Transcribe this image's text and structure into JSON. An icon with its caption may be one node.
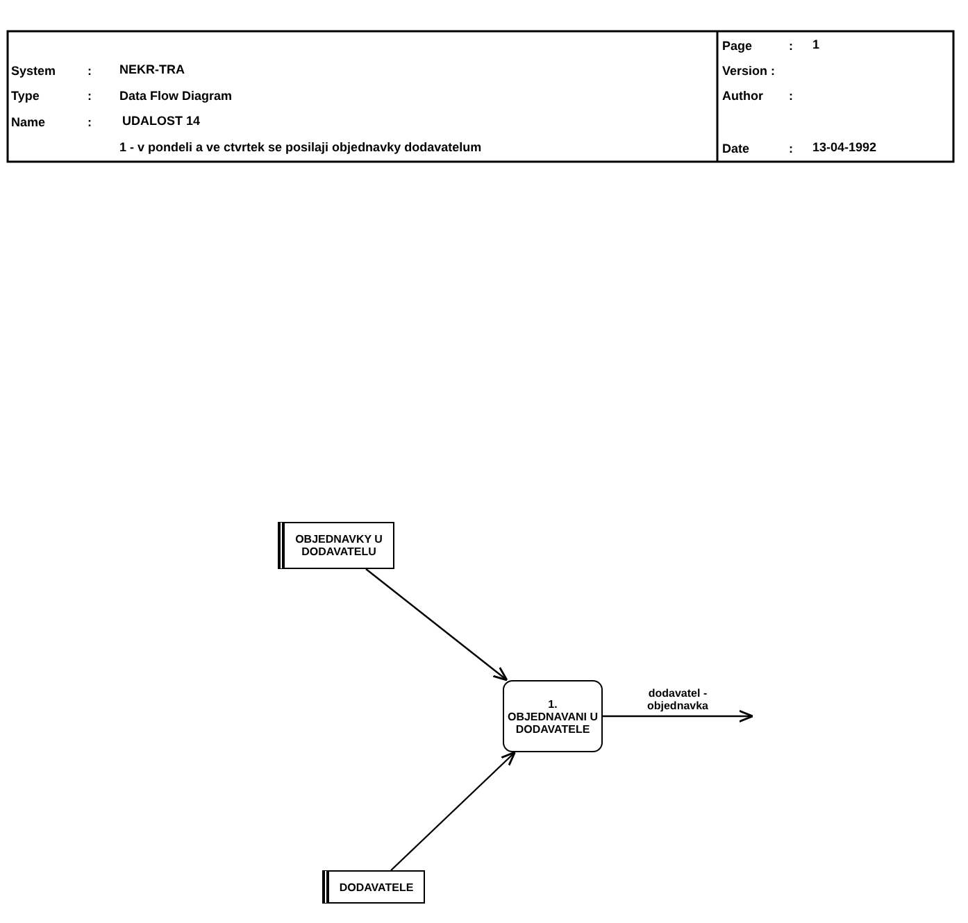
{
  "diagram": {
    "nodes": [
      {
        "text": [
          "OBJEDNAVKY U DODAVATELU"
        ]
      },
      {
        "text": [
          "1.",
          "OBJEDNAVANI U DODAVATELE"
        ]
      },
      {
        "text": [
          "DODAVATELE"
        ]
      }
    ],
    "edges": [
      {
        "from": 0,
        "to": 1,
        "arrow": "to"
      },
      {
        "from": 2,
        "to": 1,
        "arrow": "to"
      },
      {
        "from": 1,
        "to": null,
        "arrow": "to",
        "label": "dodavatel - objednavka"
      }
    ],
    "labels": [
      "Page",
      ":",
      "1",
      "System",
      ":",
      "NEKR-TRA",
      "Version :",
      "Type",
      ":",
      "Data Flow Diagram",
      "Author",
      ":",
      "Name",
      ":",
      "UDALOST 14",
      "1 - v pondeli a ve ctvrtek se posilaji objednavky dodavatelum",
      "Date",
      ":",
      "13-04-1992"
    ]
  }
}
